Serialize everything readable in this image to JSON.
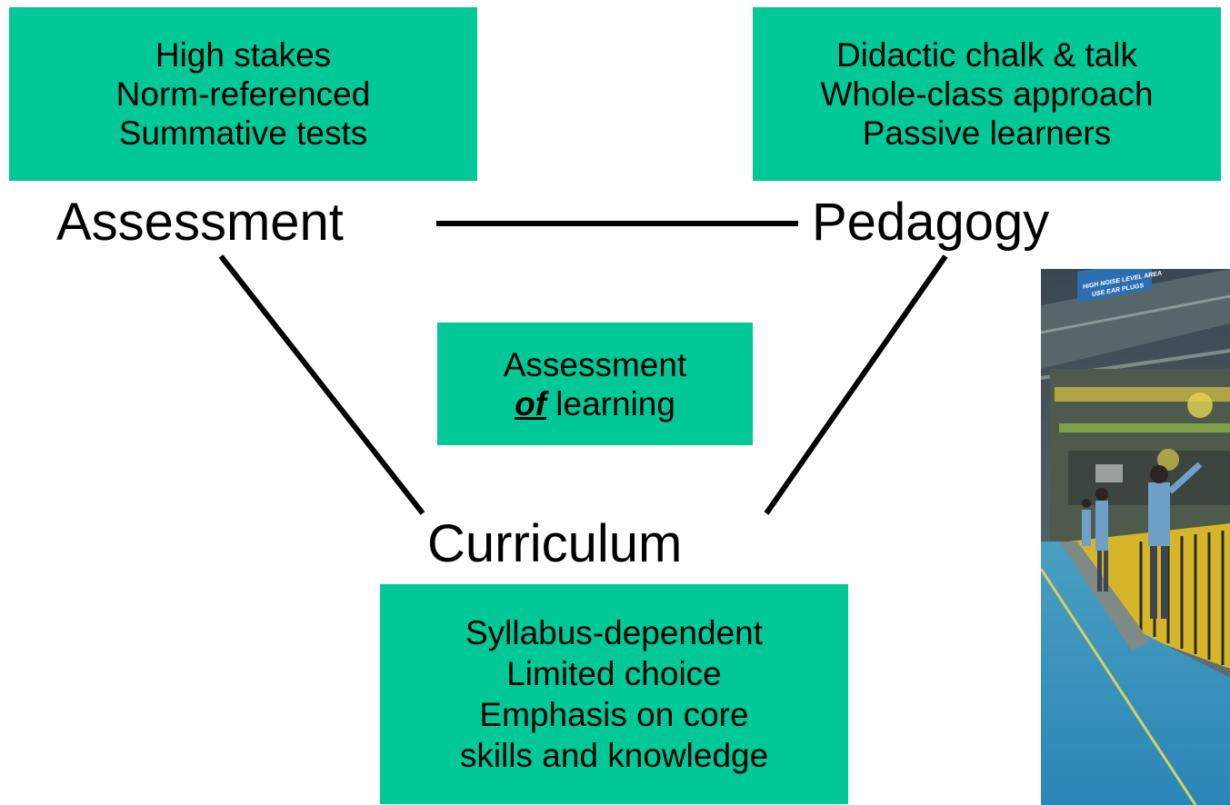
{
  "nodes": {
    "assessment": "Assessment",
    "pedagogy": "Pedagogy",
    "curriculum": "Curriculum"
  },
  "assessment_box": {
    "lines": [
      "High stakes",
      "Norm-referenced",
      "Summative tests"
    ]
  },
  "pedagogy_box": {
    "lines": [
      "Didactic chalk & talk",
      "Whole-class approach",
      "Passive learners"
    ]
  },
  "center_box": {
    "line1": "Assessment",
    "emphasis": "of",
    "line2_rest": " learning"
  },
  "curriculum_box": {
    "lines": [
      "Syllabus-dependent",
      "Limited choice",
      "Emphasis on core",
      "skills and knowledge"
    ]
  },
  "photo": {
    "sign_line1": "HIGH NOISE LEVEL AREA",
    "sign_line2": "USE EAR PLUGS"
  },
  "colors": {
    "box_fill": "#00c896",
    "line": "#000000"
  }
}
